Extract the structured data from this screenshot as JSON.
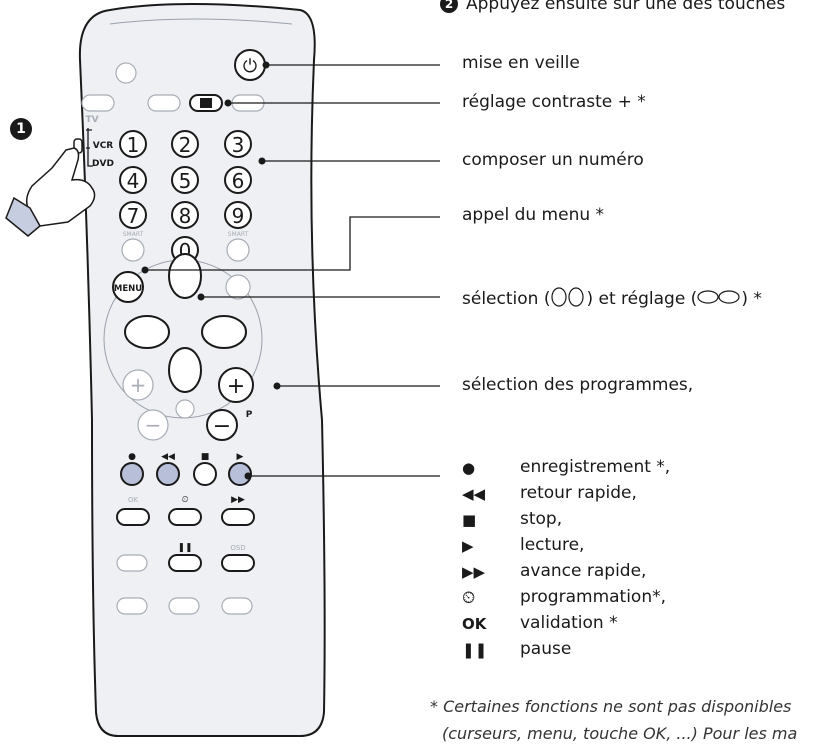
{
  "step1_marker": "1",
  "step2_marker": "2",
  "header_text": "Appuyez ensuite sur une des touches",
  "labels": {
    "standby": "mise en veille",
    "contrast": "réglage contraste + *",
    "number": "composer un numéro",
    "menu": "appel du menu *",
    "selection_prefix": "sélection (",
    "selection_mid": ") et réglage (",
    "selection_suffix": ") *",
    "programs": "sélection des programmes,"
  },
  "legend": [
    {
      "symbol": "●",
      "text": "enregistrement *,"
    },
    {
      "symbol": "◀◀",
      "text": "retour rapide,"
    },
    {
      "symbol": "■",
      "text": "stop,"
    },
    {
      "symbol": "▶",
      "text": "lecture,"
    },
    {
      "symbol": "▶▶",
      "text": "avance rapide,"
    },
    {
      "symbol": "⏲",
      "text": "programmation*,"
    },
    {
      "symbol": "OK",
      "text": "validation *"
    },
    {
      "symbol": "❚❚",
      "text": "pause"
    }
  ],
  "footnote_line1": "* Certaines fonctions ne sont pas disponibles",
  "footnote_line2": "(curseurs, menu, touche OK, ...) Pour les ma",
  "remote": {
    "switch_labels": [
      "TV",
      "VCR",
      "DVD"
    ],
    "digits": [
      "1",
      "2",
      "3",
      "4",
      "5",
      "6",
      "7",
      "8",
      "9",
      "0"
    ],
    "smart_label": "SMART",
    "menu_label": "MENU",
    "p_label": "P",
    "ok_label": "OK",
    "osd_label": "OSD"
  }
}
